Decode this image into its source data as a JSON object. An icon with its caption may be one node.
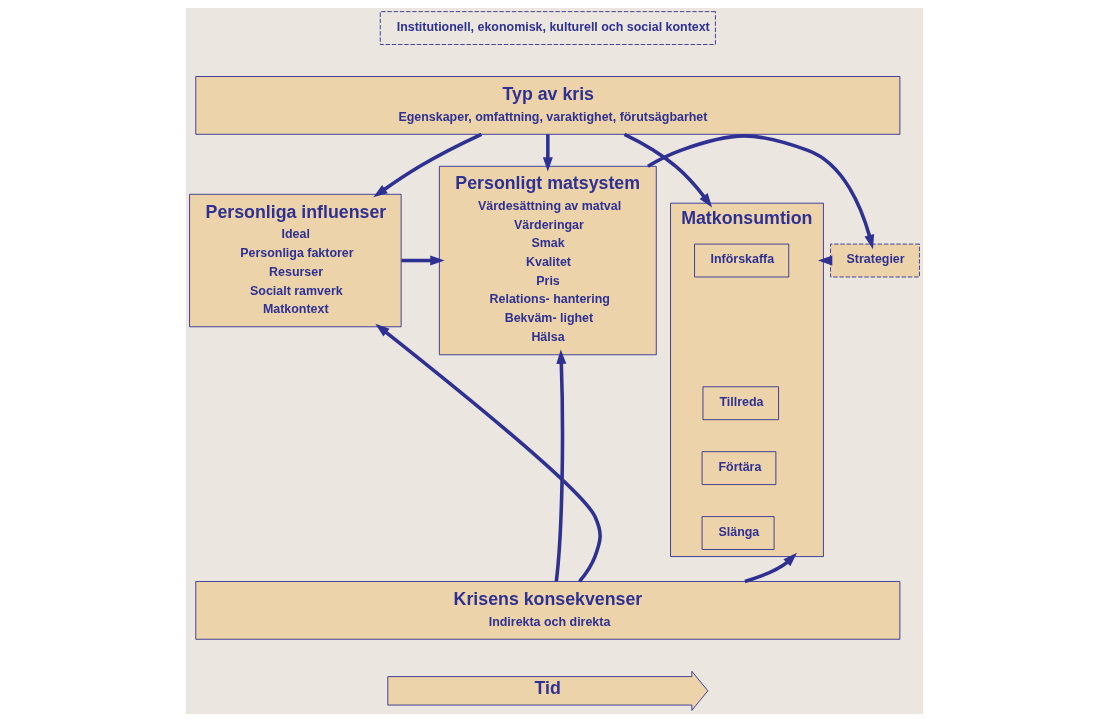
{
  "diagram": {
    "nodes": [
      {
        "text": [
          "Institutionell, ekonomisk, kulturell och social kontext"
        ]
      },
      {
        "text": [
          "Typ av kris",
          "Egenskaper, omfattning, varaktighet, förutsägbarhet"
        ]
      },
      {
        "text": [
          "Personliga influenser",
          "Ideal",
          "Personliga faktorer",
          "Resurser",
          "Socialt ramverk",
          "Matkontext"
        ]
      },
      {
        "text": [
          "Personligt matsystem",
          "Värdesättning av matval",
          "Värderingar",
          "Smak",
          "Kvalitet",
          "Pris",
          "Relations- hantering",
          "Bekväm- lighet",
          "Hälsa"
        ]
      },
      {
        "text": [
          "Strategier"
        ]
      },
      {
        "text": [
          "Matkonsumtion"
        ]
      },
      {
        "text": [
          "Införskaffa"
        ],
        "in": 5
      },
      {
        "text": [
          "Tillreda"
        ],
        "in": 5
      },
      {
        "text": [
          "Förtära"
        ],
        "in": 5
      },
      {
        "text": [
          "Slänga"
        ],
        "in": 5
      },
      {
        "text": [
          "Krisens konsekvenser",
          "Indirekta och direkta"
        ]
      },
      {
        "text": [
          "Tid"
        ]
      }
    ],
    "edges": [
      {
        "from": 1,
        "to": 2,
        "arrow": "to"
      },
      {
        "from": 1,
        "to": 3,
        "arrow": "to"
      },
      {
        "from": 1,
        "to": 5,
        "arrow": "to"
      },
      {
        "from": 2,
        "to": 3,
        "arrow": "to"
      },
      {
        "from": 3,
        "to": 4,
        "arrow": "to"
      },
      {
        "from": 4,
        "to": 5,
        "arrow": "to"
      },
      {
        "from": 10,
        "to": 2,
        "arrow": "to"
      },
      {
        "from": 10,
        "to": 3,
        "arrow": "to"
      },
      {
        "from": 10,
        "to": 5,
        "arrow": "to"
      }
    ]
  }
}
